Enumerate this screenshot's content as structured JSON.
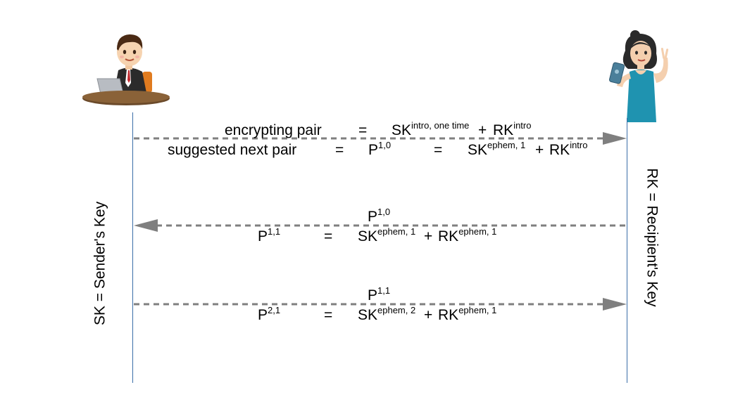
{
  "actors": {
    "sender": {
      "icon": "man-at-laptop-icon",
      "side_label": "SK = Sender's Key"
    },
    "recipient": {
      "icon": "woman-with-phone-icon",
      "side_label": "RK = Recipient's Key"
    }
  },
  "colors": {
    "lifeline": "#3b6ea8",
    "arrow": "#7f7f7f"
  },
  "messages": [
    {
      "direction": "sender-to-recipient",
      "line1": {
        "left": "encrypting pair",
        "eq": "=",
        "sk": "SK",
        "sk_sup": "intro, one time",
        "plus": "+",
        "rk": "RK",
        "rk_sup": "intro"
      },
      "line2": {
        "left": "suggested next pair",
        "eq1": "=",
        "p": "P",
        "p_sup": "1,0",
        "eq2": "=",
        "sk": "SK",
        "sk_sup": "ephem, 1",
        "plus": "+",
        "rk": "RK",
        "rk_sup": "intro"
      }
    },
    {
      "direction": "recipient-to-sender",
      "ack": {
        "p": "P",
        "p_sup": "1,0"
      },
      "line": {
        "p": "P",
        "p_sup": "1,1",
        "eq": "=",
        "sk": "SK",
        "sk_sup": "ephem, 1",
        "plus": "+",
        "rk": "RK",
        "rk_sup": "ephem, 1"
      }
    },
    {
      "direction": "sender-to-recipient",
      "ack": {
        "p": "P",
        "p_sup": "1,1"
      },
      "line": {
        "p": "P",
        "p_sup": "2,1",
        "eq": "=",
        "sk": "SK",
        "sk_sup": "ephem, 2",
        "plus": "+",
        "rk": "RK",
        "rk_sup": "ephem, 1"
      }
    }
  ]
}
